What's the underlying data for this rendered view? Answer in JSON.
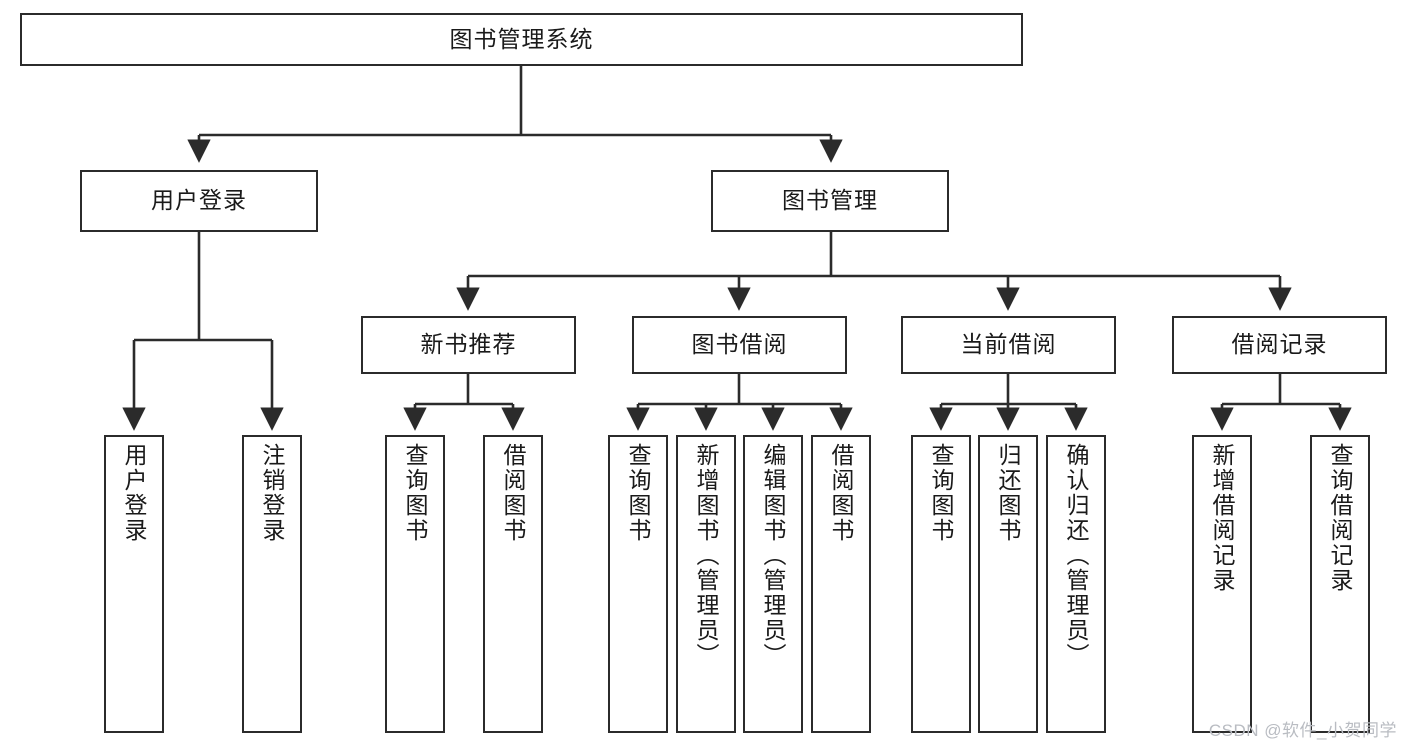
{
  "diagram": {
    "title": "图书管理系统",
    "type": "tree",
    "stroke_color": "#2b2b2b",
    "fill_color": "#ffffff",
    "text_color": "#1a1a1a",
    "levels": {
      "root": {
        "label": "图书管理系统"
      },
      "level2": [
        {
          "id": "user-login",
          "label": "用户登录"
        },
        {
          "id": "book-manage",
          "label": "图书管理"
        }
      ],
      "level3": [
        {
          "id": "new-book-rec",
          "label": "新书推荐"
        },
        {
          "id": "book-borrow",
          "label": "图书借阅"
        },
        {
          "id": "current-borrow",
          "label": "当前借阅"
        },
        {
          "id": "borrow-record",
          "label": "借阅记录"
        }
      ],
      "leaves": {
        "user-login": [
          {
            "id": "leaf-user-login",
            "label": "用户登录"
          },
          {
            "id": "leaf-logout",
            "label": "注销登录"
          }
        ],
        "new-book-rec": [
          {
            "id": "leaf-query-book-1",
            "label": "查询图书"
          },
          {
            "id": "leaf-borrow-book-1",
            "label": "借阅图书"
          }
        ],
        "book-borrow": [
          {
            "id": "leaf-query-book-2",
            "label": "查询图书"
          },
          {
            "id": "leaf-add-book",
            "label": "新增图书（管理员）"
          },
          {
            "id": "leaf-edit-book",
            "label": "编辑图书（管理员）"
          },
          {
            "id": "leaf-borrow-book-2",
            "label": "借阅图书"
          }
        ],
        "current-borrow": [
          {
            "id": "leaf-query-book-3",
            "label": "查询图书"
          },
          {
            "id": "leaf-return-book",
            "label": "归还图书"
          },
          {
            "id": "leaf-confirm-return",
            "label": "确认归还（管理员）"
          }
        ],
        "borrow-record": [
          {
            "id": "leaf-add-record",
            "label": "新增借阅记录"
          },
          {
            "id": "leaf-query-record",
            "label": "查询借阅记录"
          }
        ]
      }
    }
  },
  "watermark": {
    "text": "CSDN @软件_小贺同学"
  }
}
